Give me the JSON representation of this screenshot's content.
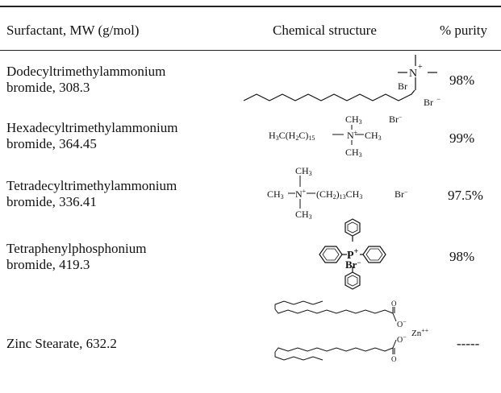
{
  "header": {
    "col1": "Surfactant, MW (g/mol)",
    "col2": "Chemical structure",
    "col3": "% purity"
  },
  "rows": [
    {
      "name_line1": "Dodecyltrimethylammonium",
      "name_line2": "bromide, 308.3",
      "purity": "98%",
      "labels": {
        "n": "N",
        "plus": "+",
        "br": "Br",
        "br2": "Br",
        "minus": "−"
      }
    },
    {
      "name_line1": "Hexadecyltrimethylammonium",
      "name_line2": "bromide, 364.45",
      "purity": "99%",
      "labels": {
        "left": "H3C(H2C)15",
        "ch3_top": "CH3",
        "ch3_right": "CH3",
        "ch3_bottom": "CH3",
        "br": "Br",
        "n": "N"
      }
    },
    {
      "name_line1": "Tetradecyltrimethylammonium",
      "name_line2": "bromide, 336.41",
      "purity": "97.5%",
      "labels": {
        "ch3_top": "CH3",
        "ch3_left": "CH3",
        "ch3_bottom": "CH3",
        "chain": "(CH2)13CH3",
        "br": "Br",
        "n": "N"
      }
    },
    {
      "name_line1": "Tetraphenylphosphonium",
      "name_line2": "bromide, 419.3",
      "purity": "98%",
      "labels": {
        "p": "P",
        "br": "Br"
      }
    },
    {
      "name_line1": "Zinc Stearate, 632.2",
      "name_line2": "",
      "purity": "-----",
      "labels": {
        "o1": "O",
        "o2": "O",
        "zn": "Zn",
        "znplus": "++",
        "om1": "O",
        "om2": "O"
      }
    }
  ]
}
